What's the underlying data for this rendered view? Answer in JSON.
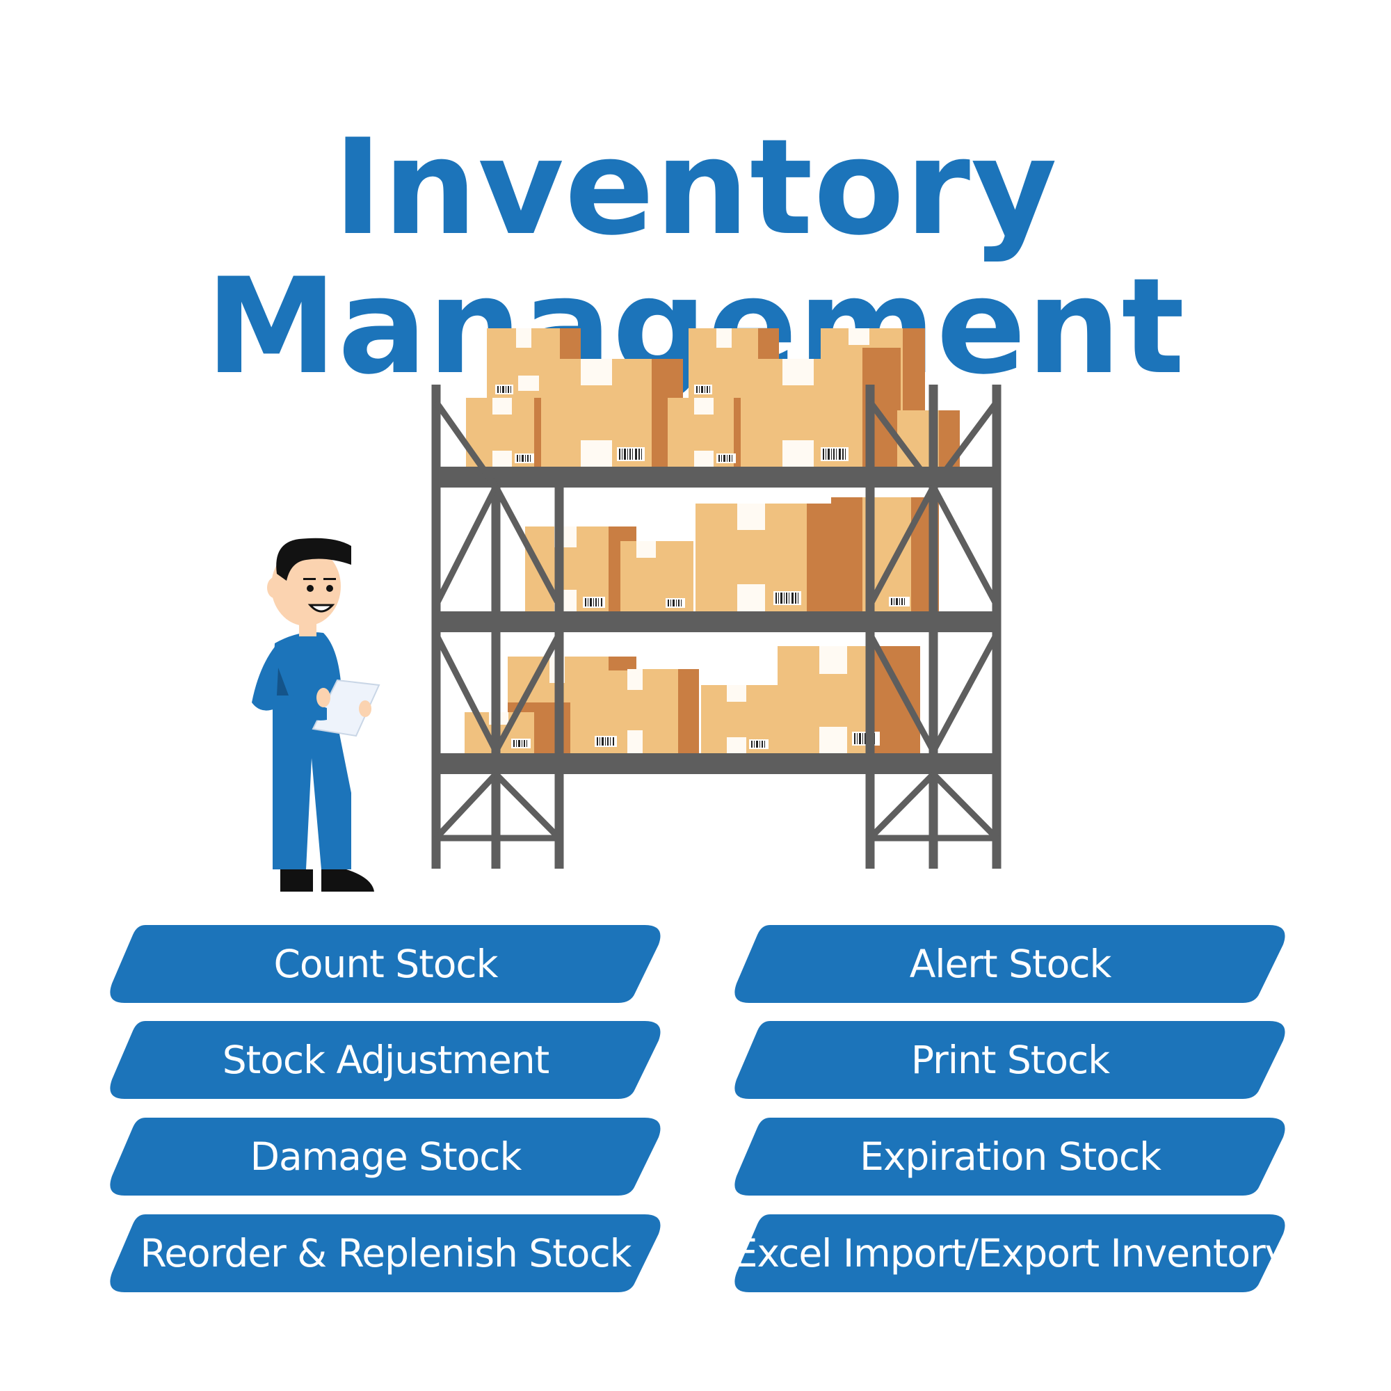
{
  "title": "Inventory Management",
  "colors": {
    "brand_blue": "#1c74ba",
    "rack_gray": "#5e5e5e",
    "box_light": "#f0c17f",
    "box_dark": "#c97e43",
    "skin": "#fbd3b0",
    "hair": "#121212"
  },
  "features": {
    "left": [
      "Count Stock",
      "Stock Adjustment",
      "Damage Stock",
      "Reorder & Replenish Stock"
    ],
    "right": [
      "Alert Stock",
      "Print Stock",
      "Expiration Stock",
      "Excel Import/Export Inventory"
    ]
  }
}
